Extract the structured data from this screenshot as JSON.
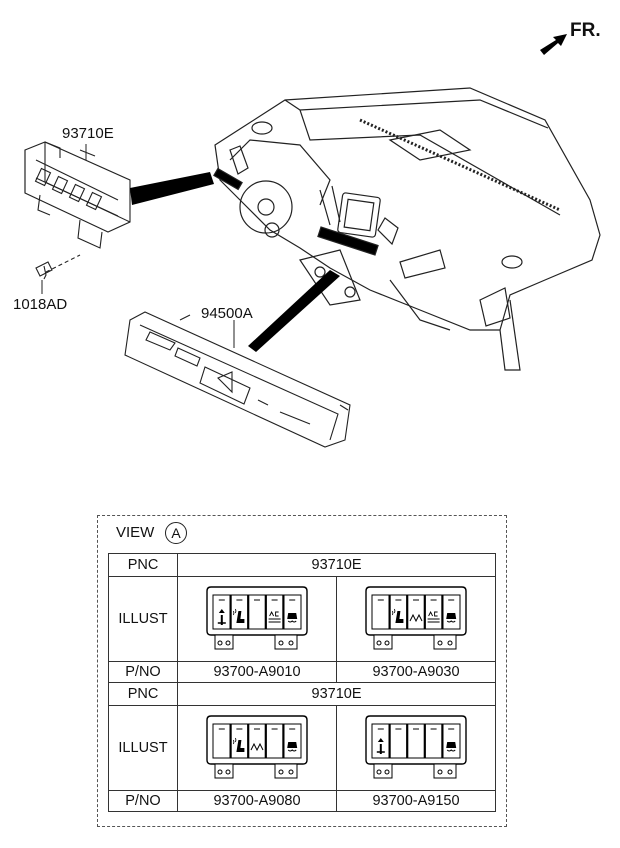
{
  "direction_label": "FR.",
  "callouts": {
    "switch_assembly": "93710E",
    "screw": "1018AD",
    "hazard_switch_panel": "94500A"
  },
  "view": {
    "title": "VIEW",
    "marker": "A"
  },
  "table": {
    "row_labels": {
      "pnc": "PNC",
      "illust": "ILLUST",
      "pno": "P/NO"
    },
    "groups": [
      {
        "pnc": "93710E",
        "items": [
          {
            "pno": "93700-A9010",
            "buttons": [
              "seat-vent",
              "seat-heat",
              "blank",
              "ac-220v",
              "vdc-off"
            ]
          },
          {
            "pno": "93700-A9030",
            "buttons": [
              "blank",
              "seat-heat",
              "awd",
              "ac-220v",
              "vdc-off"
            ]
          }
        ]
      },
      {
        "pnc": "93710E",
        "items": [
          {
            "pno": "93700-A9080",
            "buttons": [
              "blank",
              "seat-heat",
              "awd",
              "blank",
              "vdc-off"
            ]
          },
          {
            "pno": "93700-A9150",
            "buttons": [
              "seat-vent",
              "blank",
              "blank",
              "blank",
              "vdc-off"
            ]
          }
        ]
      }
    ]
  }
}
